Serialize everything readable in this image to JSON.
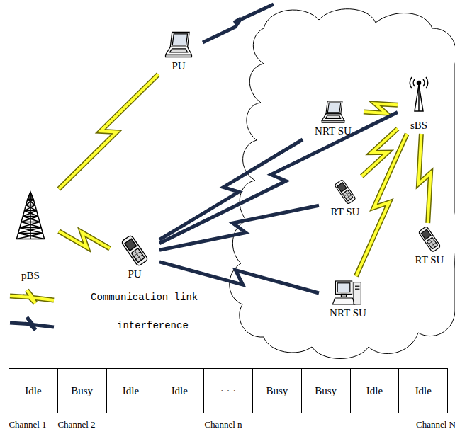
{
  "diagram": {
    "nodes": [
      {
        "text": [
          "PU"
        ]
      },
      {
        "text": [
          "pBS"
        ]
      },
      {
        "text": [
          "PU"
        ]
      },
      {
        "text": [
          "NRT SU"
        ]
      },
      {
        "text": [
          "sBS"
        ]
      },
      {
        "text": [
          "RT SU"
        ]
      },
      {
        "text": [
          "RT SU"
        ]
      },
      {
        "text": [
          "NRT SU"
        ]
      },
      {
        "text": [
          "Idle"
        ]
      },
      {
        "text": [
          "Busy"
        ]
      },
      {
        "text": [
          "Idle"
        ]
      },
      {
        "text": [
          "Idle"
        ]
      },
      {
        "text": [
          "· · ·"
        ]
      },
      {
        "text": [
          "Busy"
        ]
      },
      {
        "text": [
          "Busy"
        ]
      },
      {
        "text": [
          "Idle"
        ]
      },
      {
        "text": [
          "Idle"
        ]
      }
    ],
    "edges": [
      {
        "from": 1,
        "to": 0,
        "arrow": "none"
      },
      {
        "from": 1,
        "to": 2,
        "arrow": "none"
      },
      {
        "from": 4,
        "to": 3,
        "arrow": "none"
      },
      {
        "from": 4,
        "to": 5,
        "arrow": "none"
      },
      {
        "from": 4,
        "to": 6,
        "arrow": "none"
      },
      {
        "from": 4,
        "to": 7,
        "arrow": "none"
      },
      {
        "from": 2,
        "to": 3,
        "arrow": "none"
      },
      {
        "from": 2,
        "to": 4,
        "arrow": "none"
      },
      {
        "from": 2,
        "to": 5,
        "arrow": "none"
      },
      {
        "from": 2,
        "to": 7,
        "arrow": "none"
      }
    ],
    "labels": [
      "Channel 1",
      "Channel 2",
      "Channel n",
      "Channel N"
    ],
    "legend": [
      {
        "text": "Communication link"
      },
      {
        "text": "interference"
      }
    ]
  }
}
